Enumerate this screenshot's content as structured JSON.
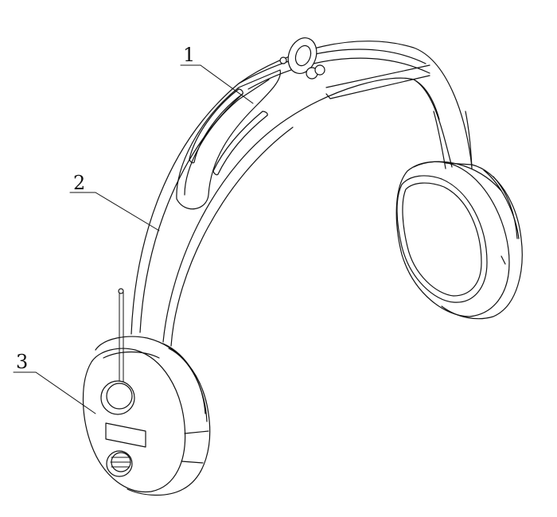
{
  "figure": {
    "labels": [
      {
        "id": "1",
        "text": "1"
      },
      {
        "id": "2",
        "text": "2"
      },
      {
        "id": "3",
        "text": "3"
      }
    ]
  }
}
